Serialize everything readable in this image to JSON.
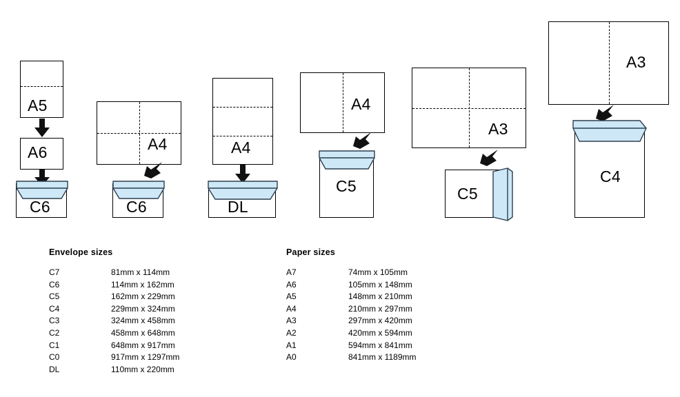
{
  "diagram": {
    "title": "Envelope and paper size folding chart",
    "colors": {
      "flap_fill": "#cfe8f8",
      "flap_stroke": "#2b3f4e",
      "sheet_stroke": "#000000",
      "background": "#ffffff",
      "text": "#000000"
    },
    "groups": [
      {
        "id": "group-a5-a6-c6",
        "sheets": [
          {
            "label": "A5",
            "folds": "horizontal-1"
          },
          {
            "label": "A6",
            "folds": "none"
          }
        ],
        "envelope": {
          "label": "C6",
          "style": "top-flap"
        },
        "arrows": [
          "down",
          "down"
        ]
      },
      {
        "id": "group-a4-c6",
        "sheets": [
          {
            "label": "A4",
            "folds": "quarter"
          }
        ],
        "envelope": {
          "label": "C6",
          "style": "top-flap"
        },
        "arrows": [
          "diagonal-down-left"
        ]
      },
      {
        "id": "group-a4-dl",
        "sheets": [
          {
            "label": "A4",
            "folds": "horizontal-2"
          }
        ],
        "envelope": {
          "label": "DL",
          "style": "top-flap"
        },
        "arrows": [
          "down"
        ]
      },
      {
        "id": "group-a4-c5",
        "sheets": [
          {
            "label": "A4",
            "folds": "vertical-1"
          }
        ],
        "envelope": {
          "label": "C5",
          "style": "top-flap"
        },
        "arrows": [
          "diagonal-down-left"
        ]
      },
      {
        "id": "group-a3-c5",
        "sheets": [
          {
            "label": "A3",
            "folds": "quarter"
          }
        ],
        "envelope": {
          "label": "C5",
          "style": "side-flap"
        },
        "arrows": [
          "diagonal-down-left"
        ]
      },
      {
        "id": "group-a3-c4",
        "sheets": [
          {
            "label": "A3",
            "folds": "vertical-1"
          }
        ],
        "envelope": {
          "label": "C4",
          "style": "top-flap"
        },
        "arrows": [
          "diagonal-down-left"
        ]
      }
    ]
  },
  "envelope_table": {
    "title": "Envelope sizes",
    "rows": [
      {
        "code": "C7",
        "dimensions": "81mm x 114mm"
      },
      {
        "code": "C6",
        "dimensions": "114mm x 162mm"
      },
      {
        "code": "C5",
        "dimensions": "162mm x 229mm"
      },
      {
        "code": "C4",
        "dimensions": "229mm x 324mm"
      },
      {
        "code": "C3",
        "dimensions": "324mm x 458mm"
      },
      {
        "code": "C2",
        "dimensions": "458mm x 648mm"
      },
      {
        "code": "C1",
        "dimensions": "648mm x 917mm"
      },
      {
        "code": "C0",
        "dimensions": "917mm x 1297mm"
      },
      {
        "code": "DL",
        "dimensions": "110mm x 220mm"
      }
    ]
  },
  "paper_table": {
    "title": "Paper sizes",
    "rows": [
      {
        "code": "A7",
        "dimensions": "74mm x 105mm"
      },
      {
        "code": "A6",
        "dimensions": "105mm x 148mm"
      },
      {
        "code": "A5",
        "dimensions": "148mm x 210mm"
      },
      {
        "code": "A4",
        "dimensions": "210mm x 297mm"
      },
      {
        "code": "A3",
        "dimensions": "297mm x 420mm"
      },
      {
        "code": "A2",
        "dimensions": "420mm x 594mm"
      },
      {
        "code": "A1",
        "dimensions": "594mm x 841mm"
      },
      {
        "code": "A0",
        "dimensions": "841mm x 1189mm"
      }
    ]
  },
  "shape_labels": {
    "g1_a5": "A5",
    "g1_a6": "A6",
    "g1_c6": "C6",
    "g2_a4": "A4",
    "g2_c6": "C6",
    "g3_a4": "A4",
    "g3_dl": "DL",
    "g4_a4": "A4",
    "g4_c5": "C5",
    "g5_a3": "A3",
    "g5_c5": "C5",
    "g6_a3": "A3",
    "g6_c4": "C4"
  }
}
